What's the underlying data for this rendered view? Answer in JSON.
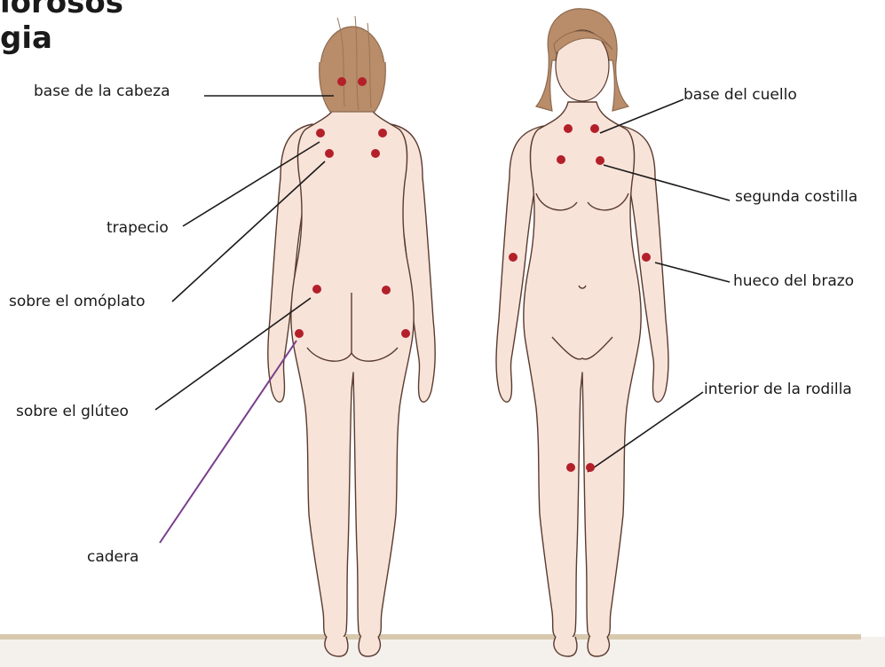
{
  "title": {
    "line1": "lorosos",
    "line2": "gia"
  },
  "labels": {
    "base_cabeza": "base de la cabeza",
    "trapecio": "trapecio",
    "omoplato": "sobre el omóplato",
    "gluteo": "sobre el glúteo",
    "cadera": "cadera",
    "base_cuello": "base del cuello",
    "segunda_costilla": "segunda costilla",
    "hueco_brazo": "hueco del brazo",
    "interior_rodilla": "interior de la rodilla"
  },
  "colors": {
    "skin": "#f8e3d9",
    "outline": "#5a3b30",
    "hair": "#b98d6a",
    "point": "#b3202a",
    "leader": "#1a1a1a",
    "highlight_leader": "#7a3d8c",
    "floor": "#d8c8ae"
  }
}
